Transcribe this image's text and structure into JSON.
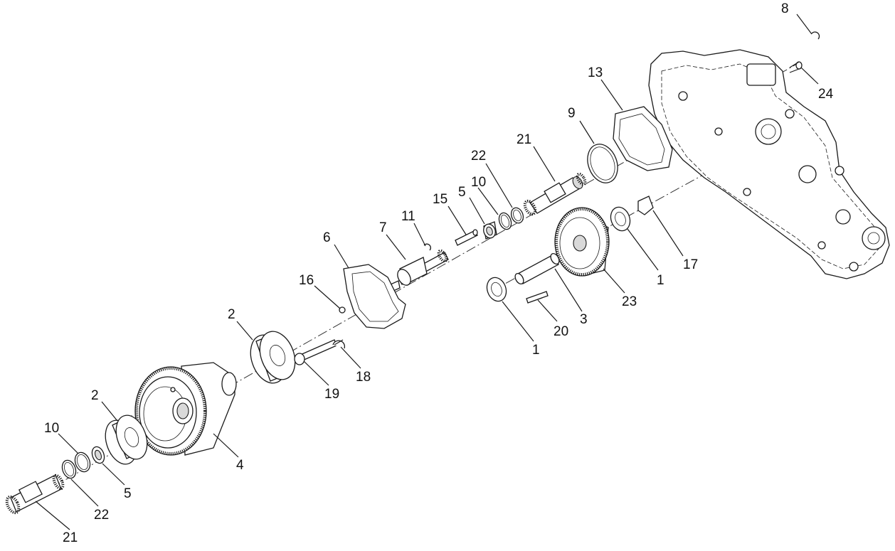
{
  "diagram": {
    "callouts": [
      "8",
      "24",
      "13",
      "9",
      "21",
      "22",
      "10",
      "5",
      "15",
      "11",
      "7",
      "6",
      "16",
      "2",
      "17",
      "1",
      "23",
      "3",
      "20",
      "1",
      "18",
      "19",
      "2",
      "10",
      "4",
      "5",
      "22",
      "21"
    ]
  }
}
